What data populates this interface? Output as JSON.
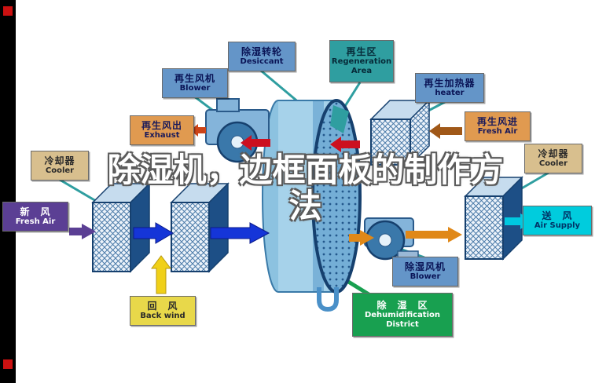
{
  "watermark": {
    "line1": "除湿机，边框面板的制作方",
    "line2": "法"
  },
  "labels": [
    {
      "id": "regen-blower",
      "zh": "再生风机",
      "en": "Blower"
    },
    {
      "id": "desiccant-wheel",
      "zh": "除湿转轮",
      "en": "Desiccant"
    },
    {
      "id": "regen-area",
      "zh": "再生区",
      "en": "Regeneration Area"
    },
    {
      "id": "regen-heater",
      "zh": "再生加热器",
      "en": "heater"
    },
    {
      "id": "regen-exhaust",
      "zh": "再生风出",
      "en": "Exhaust"
    },
    {
      "id": "regen-fresh-air",
      "zh": "再生风进",
      "en": "Fresh Air"
    },
    {
      "id": "cooler-left",
      "zh": "冷却器",
      "en": "Cooler"
    },
    {
      "id": "cooler-right",
      "zh": "冷却器",
      "en": "Cooler"
    },
    {
      "id": "fresh-air",
      "zh": "新　风",
      "en": "Fresh Air"
    },
    {
      "id": "air-supply",
      "zh": "送　风",
      "en": "Air Supply"
    },
    {
      "id": "back-wind",
      "zh": "回　风",
      "en": "Back wind"
    },
    {
      "id": "dehumid-blower",
      "zh": "除湿风机",
      "en": "Blower"
    },
    {
      "id": "dehumid-district",
      "zh": "除　湿　区",
      "en": "Dehumidification District"
    }
  ],
  "colors": {
    "label_blue": "#6495c8",
    "label_teal": "#2f9ea0",
    "label_tan": "#d8bf8e",
    "label_orange": "#e09a50",
    "label_purple": "#5b3f94",
    "label_cyan": "#00ccdd",
    "label_yellow": "#e8d84a",
    "label_green": "#18a050",
    "arrow_blue": "#1535d8",
    "arrow_red": "#cc1020",
    "arrow_orange": "#e08818",
    "arrow_brown": "#a05818",
    "arrow_purple": "#5b3f94",
    "arrow_yellow": "#f0d018",
    "arrow_cyan": "#00c8e0",
    "wheel_blue": "#a6d2ea",
    "connector_teal": "#2f9ea0",
    "district_green": "#18a050"
  }
}
